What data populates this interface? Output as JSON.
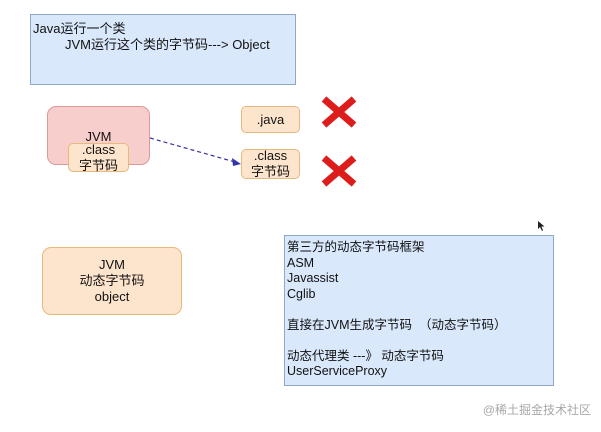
{
  "colors": {
    "blue_fill": "#dae8fc",
    "orange_fill": "#fde5cd",
    "pink_fill": "#f8cecc",
    "cross_red": "#dd1c1c",
    "arrow_blue": "#3333aa"
  },
  "top_note": {
    "line1": "Java运行一个类",
    "line2": "JVM运行这个类的字节码---> Object"
  },
  "jvm_box": {
    "title": "JVM",
    "inner_line1": ".class",
    "inner_line2": "字节码"
  },
  "java_file": {
    "label": ".java"
  },
  "class_file": {
    "line1": ".class",
    "line2": "字节码"
  },
  "dynamic_box": {
    "line1": "JVM",
    "line2": "动态字节码",
    "line3": "object"
  },
  "frameworks_note": {
    "lines": [
      "第三方的动态字节码框架",
      "ASM",
      "Javassist",
      "Cglib",
      "",
      "直接在JVM生成字节码  （动态字节码）",
      "",
      "动态代理类 ---》 动态字节码",
      "UserServiceProxy"
    ]
  },
  "watermark": "@稀土掘金技术社区"
}
